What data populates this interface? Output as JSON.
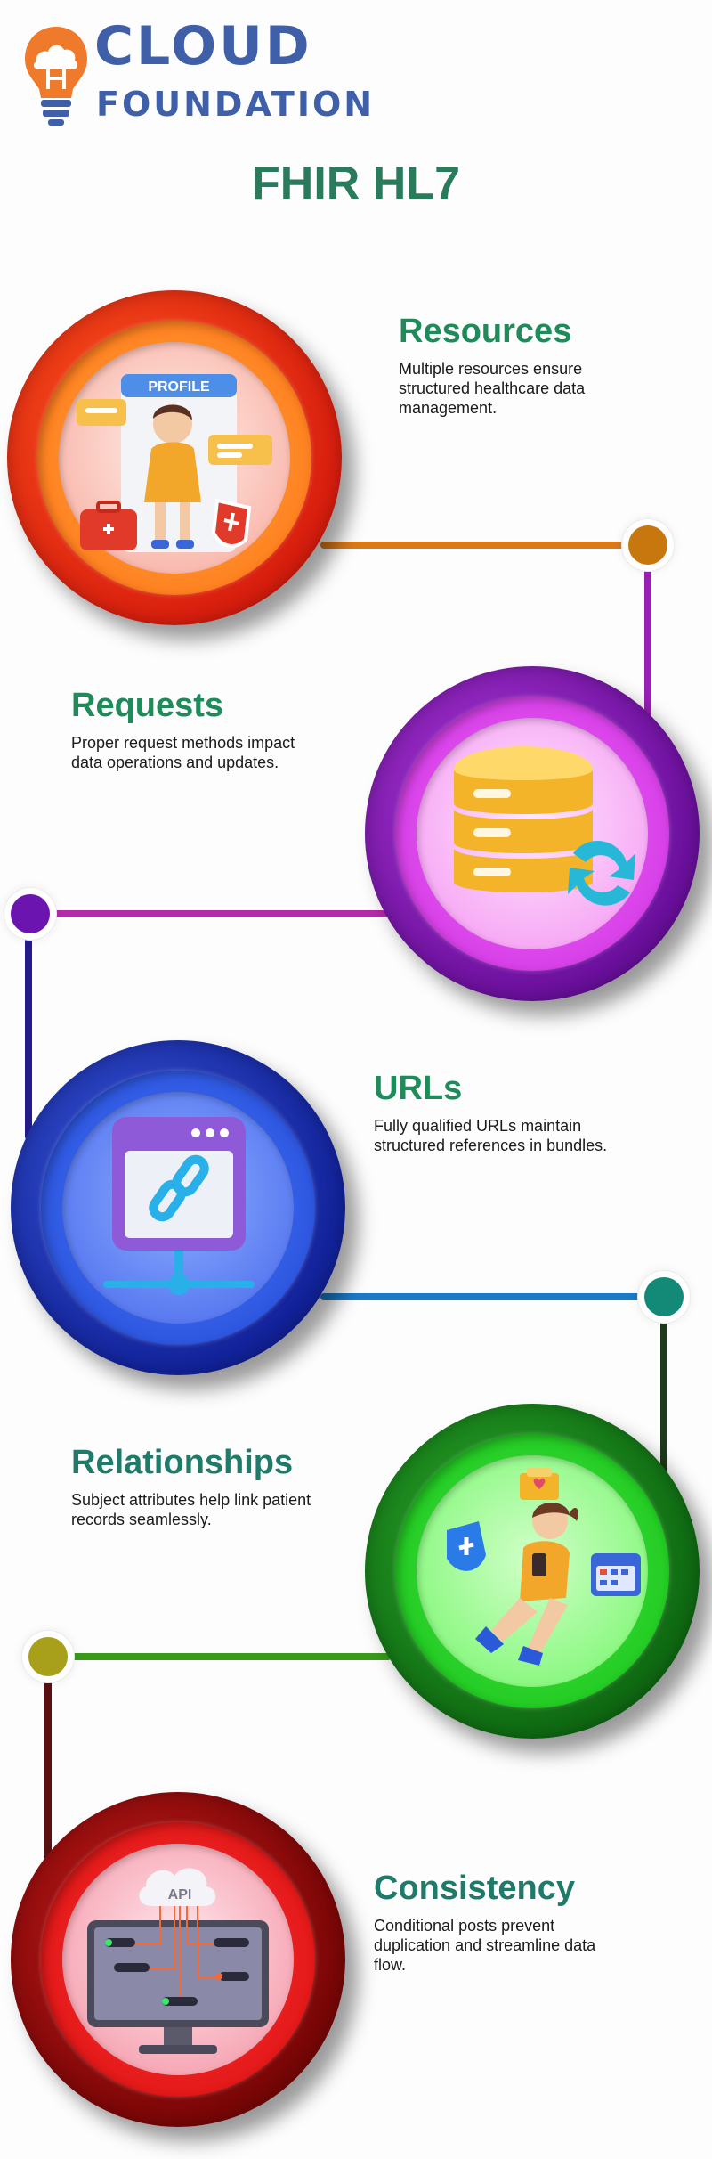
{
  "brand": {
    "line1": "CLOUD",
    "line2": "FOUNDATION",
    "color": "#3f5fa8",
    "accent": "#f07a2b"
  },
  "title": "FHIR HL7",
  "items": [
    {
      "heading": "Resources",
      "description": "Multiple resources ensure structured healthcare data management.",
      "heading_color": "#1f8a5a",
      "icon": "doctor-profile-icon",
      "art_label": "PROFILE"
    },
    {
      "heading": "Requests",
      "description": "Proper request methods impact data operations and updates.",
      "heading_color": "#1f8a5a",
      "icon": "database-sync-icon"
    },
    {
      "heading": "URLs",
      "description": "Fully qualified URLs maintain structured references in bundles.",
      "heading_color": "#1f8a5a",
      "icon": "link-browser-icon"
    },
    {
      "heading": "Relationships",
      "description": "Subject attributes help link patient records seamlessly.",
      "heading_color": "#1f7a6a",
      "icon": "patient-phone-icon"
    },
    {
      "heading": "Consistency",
      "description": "Conditional posts prevent duplication and streamline data flow.",
      "heading_color": "#1f7a6a",
      "icon": "api-monitor-icon",
      "art_label": "API"
    }
  ]
}
